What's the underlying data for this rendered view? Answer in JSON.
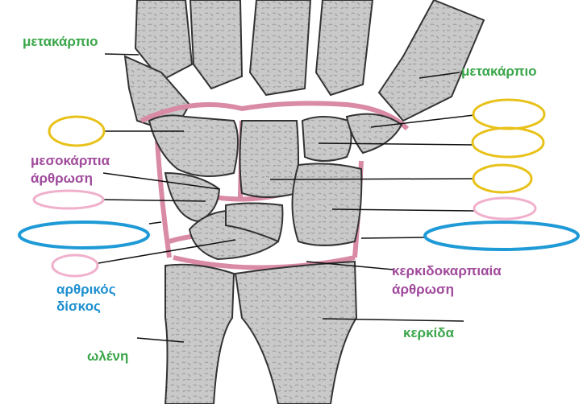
{
  "labels": {
    "metacarpal_left": "μετακάρπιο",
    "metacarpal_right": "μετακάρπιο",
    "midcarpal_joint_line1": "μεσοκάρπια",
    "midcarpal_joint_line2": "άρθρωση",
    "articular_disc_line1": "αρθρικός",
    "articular_disc_line2": "δίσκος",
    "radiocarpal_joint_line1": "κερκιδοκαρπιαία",
    "radiocarpal_joint_line2": "άρθρωση",
    "radius": "κερκίδα",
    "ulna": "ωλένη"
  },
  "colors": {
    "label_green": "#3aa64a",
    "label_purple": "#a04a9c",
    "label_blue": "#1e8fd0",
    "blank_yellow": "#e8c21a",
    "blank_pink": "#f0b0cc",
    "blank_blue": "#1e9ad6",
    "bone_fill": "#c9c9c9",
    "bone_outline": "#333333",
    "cartilage_pink": "#d98aa5"
  },
  "blanks": [
    {
      "id": "blank-left-1",
      "color": "yellow",
      "value": ""
    },
    {
      "id": "blank-left-2",
      "color": "pink",
      "value": ""
    },
    {
      "id": "blank-left-3",
      "color": "blue",
      "value": ""
    },
    {
      "id": "blank-left-4",
      "color": "pink",
      "value": ""
    },
    {
      "id": "blank-right-1",
      "color": "yellow",
      "value": ""
    },
    {
      "id": "blank-right-2",
      "color": "yellow",
      "value": ""
    },
    {
      "id": "blank-right-3",
      "color": "yellow",
      "value": ""
    },
    {
      "id": "blank-right-4",
      "color": "pink",
      "value": ""
    },
    {
      "id": "blank-right-5",
      "color": "blue",
      "value": ""
    }
  ]
}
